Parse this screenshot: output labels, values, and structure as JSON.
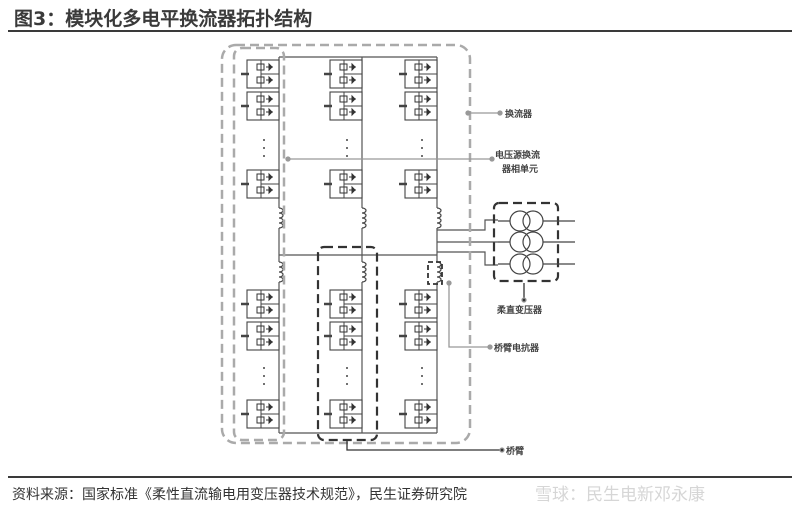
{
  "title": "图3：模块化多电平换流器拓扑结构",
  "labels": {
    "converter": "换流器",
    "phase_unit_line1": "电压源换流",
    "phase_unit_line2": "器相单元",
    "transformer": "柔直变压器",
    "arm_reactor": "桥臂电抗器",
    "arm": "桥臂"
  },
  "source": "资料来源：国家标准《柔性直流输电用变压器技术规范》，民生证券研究院",
  "watermark": "雪球：民生电新邓永康"
}
